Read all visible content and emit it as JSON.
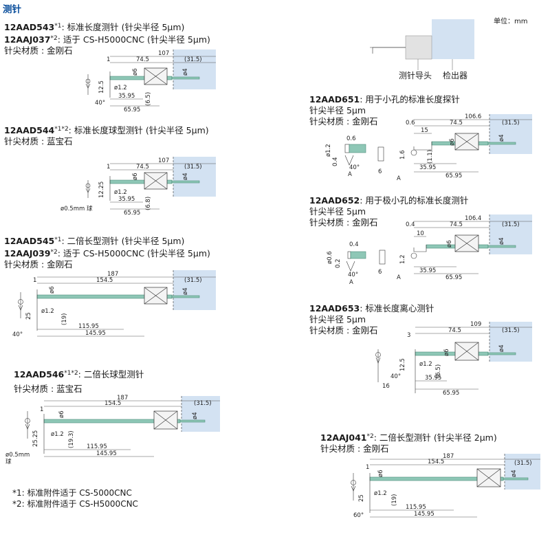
{
  "page": {
    "title": "测针",
    "unit_label": "单位：mm",
    "footnote1": "*1: 标准附件适于 CS-5000CNC",
    "footnote2": "*2: 标准附件适于 CS-H5000CNC"
  },
  "legend": {
    "guide_label": "测针导头",
    "detector_label": "检出器"
  },
  "p543": {
    "code": "12AAD543",
    "sup": "*1",
    "desc": ": 标准长度测针 (针尖半径 5μm)",
    "code2": "12AAJ037",
    "sup2": "*2",
    "desc2": ": 适于 CS-H5000CNC (针尖半径 5μm)",
    "material": "针尖材质 : 金刚石",
    "d": [
      "107",
      "74.5",
      "(31.5)",
      "1",
      "ø6",
      "ø4",
      "12.5",
      "ø1.2",
      "(6.5)",
      "40°",
      "35.95",
      "65.95"
    ]
  },
  "p544": {
    "code": "12AAD544",
    "sup": "*1*2",
    "desc": ": 标准长度球型测针 (针尖半径 5μm)",
    "material": "针尖材质 : 蓝宝石",
    "d": [
      "107",
      "74.5",
      "(31.5)",
      "1",
      "ø6",
      "ø4",
      "12.25",
      "ø1.2",
      "(6.8)",
      "ø0.5mm 球",
      "35.95",
      "65.95"
    ]
  },
  "p545": {
    "code": "12AAD545",
    "sup": "*1",
    "desc": ": 二倍长型测针 (针尖半径 5μm)",
    "code2": "12AAJ039",
    "sup2": "*2",
    "desc2": ": 适于 CS-H5000CNC (针尖半径 5μm)",
    "material": "针尖材质 : 金刚石",
    "d": [
      "187",
      "154.5",
      "(31.5)",
      "1",
      "ø6",
      "ø4",
      "25",
      "ø1.2",
      "(19)",
      "40°",
      "115.95",
      "145.95"
    ]
  },
  "p546": {
    "code": "12AAD546",
    "sup": "*1*2",
    "desc": ": 二倍长球型测针",
    "material": "针尖材质 : 蓝宝石",
    "d": [
      "187",
      "154.5",
      "(31.5)",
      "1",
      "ø6",
      "ø4",
      "25.25",
      "ø1.2",
      "(19.3)",
      "ø0.5mm",
      "球",
      "115.95",
      "145.95"
    ]
  },
  "p651": {
    "code": "12AAD651",
    "desc": ": 用于小孔的标准长度探针",
    "line2": "针尖半径 5μm",
    "material": "针尖材质 : 金刚石",
    "d": [
      "106.6",
      "74.5",
      "(31.5)",
      "0.6",
      "15",
      "ø6",
      "ø4",
      "1.6",
      "(1.1)",
      "35.95",
      "65.95",
      "A",
      "ø1.2",
      "0.6",
      "0.4",
      "40°",
      "A",
      "6"
    ]
  },
  "p652": {
    "code": "12AAD652",
    "desc": ": 用于极小孔的标准长度测针",
    "line2": "针尖半径 5μm",
    "material": "针尖材质 : 金刚石",
    "d": [
      "106.4",
      "74.5",
      "(31.5)",
      "0.4",
      "10",
      "ø6",
      "ø4",
      "1.2",
      "35.95",
      "65.95",
      "A",
      "ø0.6",
      "0.4",
      "0.2",
      "40°",
      "A",
      "6"
    ]
  },
  "p653": {
    "code": "12AAD653",
    "desc": ": 标准长度离心测针",
    "line2": "针尖半径 5μm",
    "material": "针尖材质 : 金刚石",
    "d": [
      "109",
      "74.5",
      "(31.5)",
      "3",
      "ø6",
      "ø4",
      "12.5",
      "ø1.2",
      "(6.5)",
      "40°",
      "16",
      "35.95",
      "65.95"
    ]
  },
  "p041": {
    "code": "12AAJ041",
    "sup": "*2",
    "desc": ": 二倍长型测针 (针尖半径 2μm)",
    "material": "针尖材质 : 金刚石",
    "d": [
      "187",
      "154.5",
      "(31.5)",
      "1",
      "ø6",
      "ø4",
      "25",
      "ø1.2",
      "(19)",
      "60°",
      "115.95",
      "145.95"
    ]
  }
}
